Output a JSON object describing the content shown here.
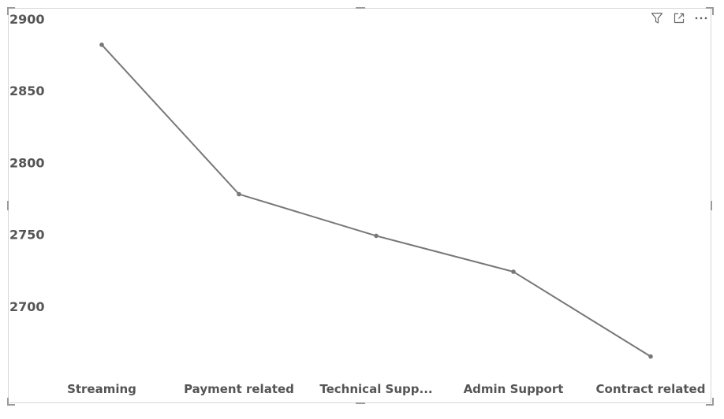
{
  "toolbar": {
    "filter_icon": "filter-icon",
    "focus_icon": "focus-mode-icon",
    "more_icon": "more-options-icon"
  },
  "chart_data": {
    "type": "line",
    "categories": [
      "Streaming",
      "Payment related",
      "Technical Supp...",
      "Admin Support",
      "Contract related"
    ],
    "series": [
      {
        "values": [
          2882,
          2778,
          2749,
          2724,
          2665
        ]
      }
    ],
    "title": "",
    "xlabel": "",
    "ylabel": "",
    "ylim": [
      2650,
      2900
    ],
    "yticks": [
      2700,
      2750,
      2800,
      2850,
      2900
    ],
    "ytick_labels": [
      "2700",
      "2750",
      "2800",
      "2850",
      "2900"
    ],
    "grid": false,
    "line_color": "#777777"
  }
}
